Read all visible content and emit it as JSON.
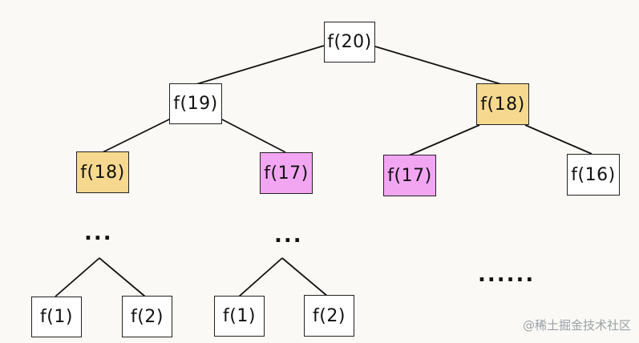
{
  "colors": {
    "background": "#faf9f5",
    "node_default": "#ffffff",
    "node_yellow": "#f6d98e",
    "node_pink": "#f2a6f2",
    "line": "#111111"
  },
  "nodes": {
    "root": "f(20)",
    "l1_left": "f(19)",
    "l1_right": "f(18)",
    "l2_a": "f(18)",
    "l2_b": "f(17)",
    "l2_c": "f(17)",
    "l2_d": "f(16)",
    "leaf_1": "f(1)",
    "leaf_2": "f(2)",
    "leaf_3": "f(1)",
    "leaf_4": "f(2)"
  },
  "ellipses": {
    "left": "...",
    "middle": "...",
    "right": "......"
  },
  "watermark": "@稀土掘金技术社区"
}
